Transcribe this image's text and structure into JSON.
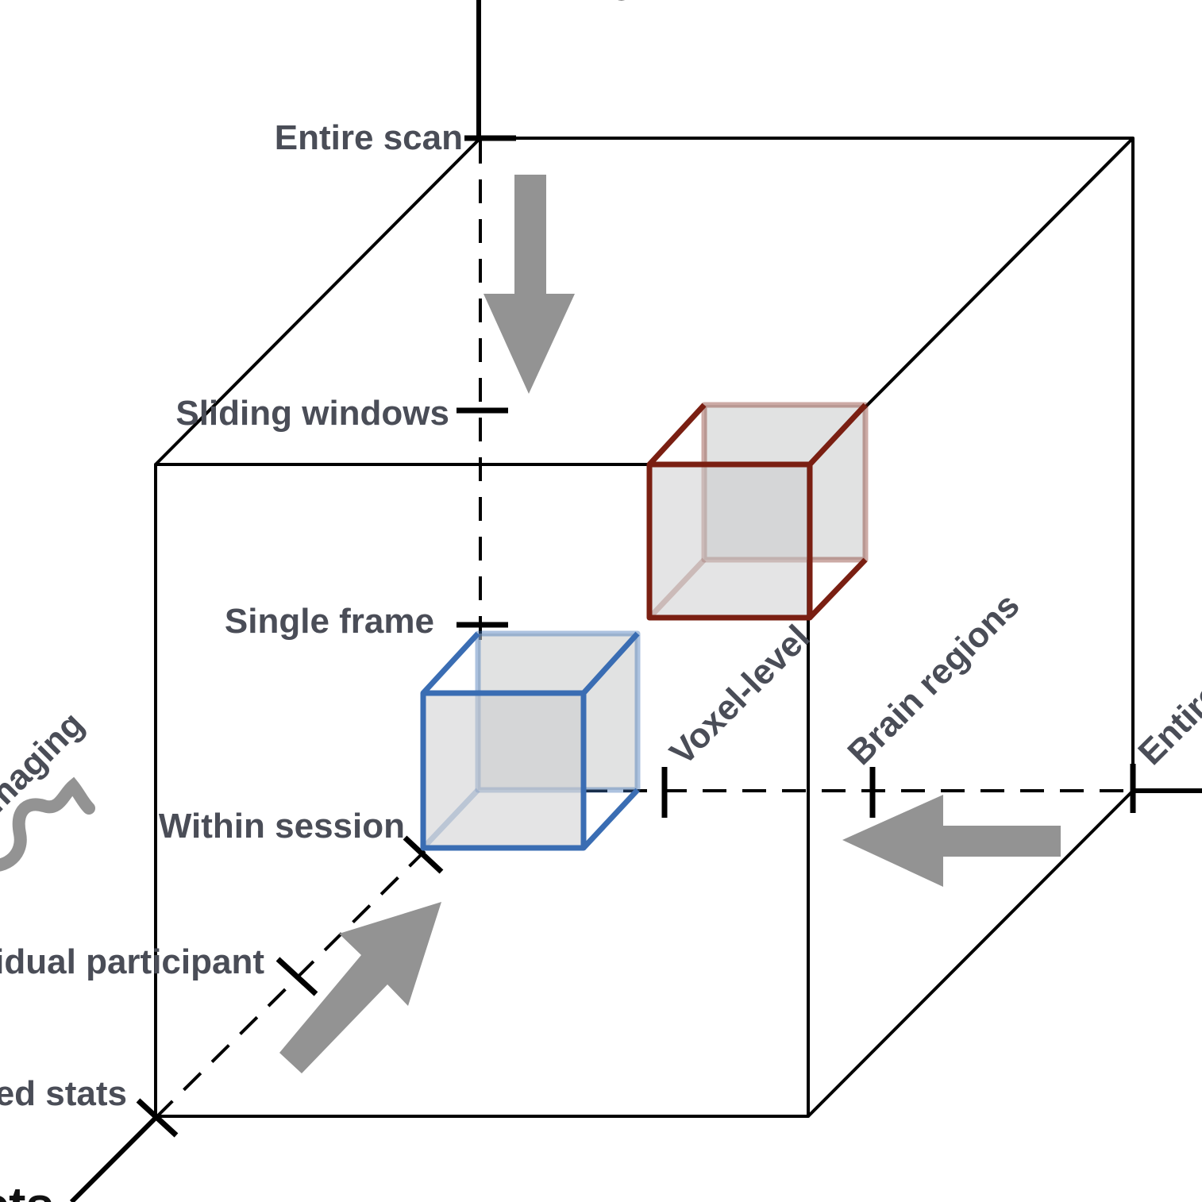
{
  "axes": {
    "time": {
      "title": "Time",
      "ticks": [
        "Entire scan",
        "Sliding windows",
        "Single frame"
      ]
    },
    "space": {
      "ticks": [
        "Voxel-level",
        "Brain regions",
        "Entire brain"
      ]
    },
    "subjects": {
      "title": "Subjects",
      "ticks": [
        "Within session",
        "Individual participant",
        "Group-level or pooled stats"
      ],
      "bracket_label": "Repeated imaging"
    }
  },
  "colors": {
    "frame": "#000000",
    "arrow": "#939393",
    "text": "#4a4d57",
    "blue_cube": "#3a6db3",
    "red_cube": "#7a1f12",
    "cube_fill": "#c9cacb"
  }
}
